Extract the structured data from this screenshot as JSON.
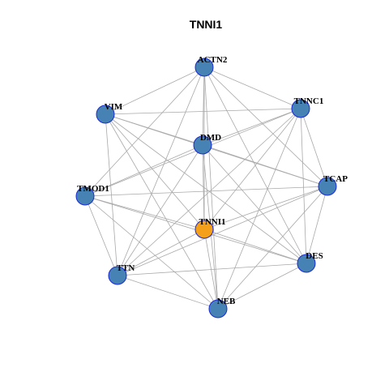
{
  "title": "TNNI1",
  "colors": {
    "node_default": "#4682b4",
    "node_highlight": "#f5a01a",
    "node_border": "#1a2bd6",
    "edge": "#a9a9a9"
  },
  "nodes": [
    {
      "id": "ACTN2",
      "label": "ACTN2",
      "highlight": false
    },
    {
      "id": "TNNC1",
      "label": "TNNC1",
      "highlight": false
    },
    {
      "id": "VIM",
      "label": "VIM",
      "highlight": false
    },
    {
      "id": "DMD",
      "label": "DMD",
      "highlight": false
    },
    {
      "id": "TCAP",
      "label": "TCAP",
      "highlight": false
    },
    {
      "id": "TMOD1",
      "label": "TMOD1",
      "highlight": false
    },
    {
      "id": "TNNI1",
      "label": "TNNI1",
      "highlight": true
    },
    {
      "id": "TTN",
      "label": "TTN",
      "highlight": false
    },
    {
      "id": "DES",
      "label": "DES",
      "highlight": false
    },
    {
      "id": "NEB",
      "label": "NEB",
      "highlight": false
    }
  ],
  "edges": [
    [
      "ACTN2",
      "TNNC1"
    ],
    [
      "ACTN2",
      "VIM"
    ],
    [
      "ACTN2",
      "DMD"
    ],
    [
      "ACTN2",
      "TCAP"
    ],
    [
      "ACTN2",
      "TMOD1"
    ],
    [
      "ACTN2",
      "TNNI1"
    ],
    [
      "ACTN2",
      "TTN"
    ],
    [
      "ACTN2",
      "DES"
    ],
    [
      "ACTN2",
      "NEB"
    ],
    [
      "TNNC1",
      "VIM"
    ],
    [
      "TNNC1",
      "DMD"
    ],
    [
      "TNNC1",
      "TCAP"
    ],
    [
      "TNNC1",
      "TMOD1"
    ],
    [
      "TNNC1",
      "TNNI1"
    ],
    [
      "TNNC1",
      "TTN"
    ],
    [
      "TNNC1",
      "DES"
    ],
    [
      "TNNC1",
      "NEB"
    ],
    [
      "VIM",
      "DMD"
    ],
    [
      "VIM",
      "TCAP"
    ],
    [
      "VIM",
      "TNNI1"
    ],
    [
      "VIM",
      "TTN"
    ],
    [
      "VIM",
      "DES"
    ],
    [
      "VIM",
      "NEB"
    ],
    [
      "DMD",
      "TCAP"
    ],
    [
      "DMD",
      "TMOD1"
    ],
    [
      "DMD",
      "TNNI1"
    ],
    [
      "DMD",
      "TTN"
    ],
    [
      "DMD",
      "DES"
    ],
    [
      "DMD",
      "NEB"
    ],
    [
      "TCAP",
      "TMOD1"
    ],
    [
      "TCAP",
      "TNNI1"
    ],
    [
      "TCAP",
      "TTN"
    ],
    [
      "TCAP",
      "DES"
    ],
    [
      "TCAP",
      "NEB"
    ],
    [
      "TMOD1",
      "TNNI1"
    ],
    [
      "TMOD1",
      "TTN"
    ],
    [
      "TMOD1",
      "DES"
    ],
    [
      "TMOD1",
      "NEB"
    ],
    [
      "TNNI1",
      "TTN"
    ],
    [
      "TNNI1",
      "DES"
    ],
    [
      "TNNI1",
      "NEB"
    ],
    [
      "TTN",
      "DES"
    ],
    [
      "TTN",
      "NEB"
    ],
    [
      "DES",
      "NEB"
    ]
  ]
}
